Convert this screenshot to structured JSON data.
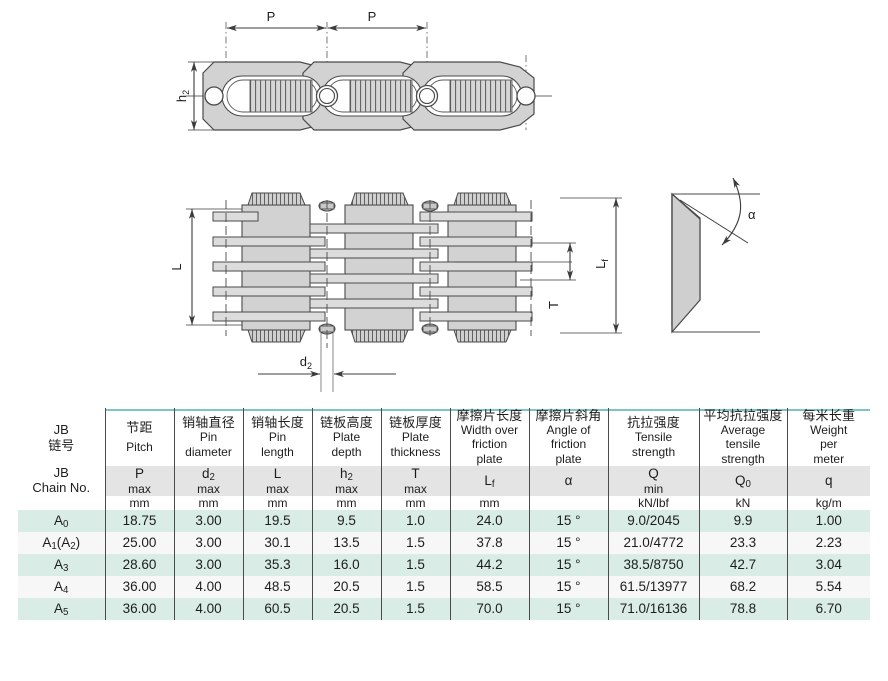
{
  "drawing": {
    "top_view": {
      "labels": [
        {
          "name": "pitch-dim-1",
          "text": "P"
        },
        {
          "name": "pitch-dim-2",
          "text": "P"
        },
        {
          "name": "plate-depth-dim",
          "text": "h",
          "sub": "2"
        }
      ]
    },
    "front_view": {
      "labels": [
        {
          "name": "pin-length-dim",
          "text": "L"
        },
        {
          "name": "friction-plate-width-dim",
          "text": "L",
          "sub": "f"
        },
        {
          "name": "plate-thickness-dim",
          "text": "T"
        },
        {
          "name": "pin-diameter-dim",
          "text": "d",
          "sub": "2"
        }
      ]
    },
    "angle_view": {
      "labels": [
        {
          "name": "friction-angle-dim",
          "text": "α"
        }
      ]
    }
  },
  "table": {
    "columns": [
      {
        "key": "chain_no",
        "cn": "",
        "en_lines": [],
        "name_block_1": "JB",
        "name_block_2": "链号",
        "name_block_3": "JB",
        "name_block_4": "Chain No.",
        "symbol": "",
        "qualifier": "",
        "unit": ""
      },
      {
        "key": "pitch",
        "cn": "节距",
        "en_lines": [
          "Pitch"
        ],
        "symbol": "P",
        "qualifier": "max",
        "unit": "mm"
      },
      {
        "key": "pin_diameter",
        "cn": "销轴直径",
        "en_lines": [
          "Pin",
          "diameter"
        ],
        "symbol": "d2",
        "qualifier": "max",
        "unit": "mm"
      },
      {
        "key": "pin_length",
        "cn": "销轴长度",
        "en_lines": [
          "Pin",
          "length"
        ],
        "symbol": "L",
        "qualifier": "max",
        "unit": "mm"
      },
      {
        "key": "plate_depth",
        "cn": "链板高度",
        "en_lines": [
          "Plate",
          "depth"
        ],
        "symbol": "h2",
        "qualifier": "max",
        "unit": "mm"
      },
      {
        "key": "plate_thickness",
        "cn": "链板厚度",
        "en_lines": [
          "Plate",
          "thickness"
        ],
        "symbol": "T",
        "qualifier": "max",
        "unit": "mm"
      },
      {
        "key": "width_over_friction_plate",
        "cn": "摩擦片长度",
        "en_lines": [
          "Width over",
          "friction",
          "plate"
        ],
        "symbol": "Lf",
        "qualifier": "",
        "unit": "mm"
      },
      {
        "key": "angle_of_friction_plate",
        "cn": "摩擦片斜角",
        "en_lines": [
          "Angle of",
          "friction",
          "plate"
        ],
        "symbol": "α",
        "qualifier": "",
        "unit": ""
      },
      {
        "key": "tensile_strength",
        "cn": "抗拉强度",
        "en_lines": [
          "Tensile",
          "strength"
        ],
        "symbol": "Q",
        "qualifier": "min",
        "unit": "kN/lbf"
      },
      {
        "key": "average_tensile_strength",
        "cn": "平均抗拉强度",
        "en_lines": [
          "Average",
          "tensile",
          "strength"
        ],
        "symbol": "Q0",
        "qualifier": "",
        "unit": "kN"
      },
      {
        "key": "weight_per_meter",
        "cn": "每米长重",
        "en_lines": [
          "Weight",
          "per",
          "meter"
        ],
        "symbol": "q",
        "qualifier": "",
        "unit": "kg/m"
      }
    ],
    "rows": [
      {
        "chain_no": "A0",
        "chain_no_base": "A",
        "chain_no_sub": "0",
        "pitch": "18.75",
        "pin_diameter": "3.00",
        "pin_length": "19.5",
        "plate_depth": "9.5",
        "plate_thickness": "1.0",
        "width_over_friction_plate": "24.0",
        "angle_of_friction_plate": "15 °",
        "tensile_strength": "9.0/2045",
        "average_tensile_strength": "9.9",
        "weight_per_meter": "1.00"
      },
      {
        "chain_no": "A1(A2)",
        "chain_no_base": "A",
        "chain_no_sub": "1",
        "chain_no_base2": "(A",
        "chain_no_sub2": "2",
        "chain_no_tail": ")",
        "pitch": "25.00",
        "pin_diameter": "3.00",
        "pin_length": "30.1",
        "plate_depth": "13.5",
        "plate_thickness": "1.5",
        "width_over_friction_plate": "37.8",
        "angle_of_friction_plate": "15 °",
        "tensile_strength": "21.0/4772",
        "average_tensile_strength": "23.3",
        "weight_per_meter": "2.23"
      },
      {
        "chain_no": "A3",
        "chain_no_base": "A",
        "chain_no_sub": "3",
        "pitch": "28.60",
        "pin_diameter": "3.00",
        "pin_length": "35.3",
        "plate_depth": "16.0",
        "plate_thickness": "1.5",
        "width_over_friction_plate": "44.2",
        "angle_of_friction_plate": "15 °",
        "tensile_strength": "38.5/8750",
        "average_tensile_strength": "42.7",
        "weight_per_meter": "3.04"
      },
      {
        "chain_no": "A4",
        "chain_no_base": "A",
        "chain_no_sub": "4",
        "pitch": "36.00",
        "pin_diameter": "4.00",
        "pin_length": "48.5",
        "plate_depth": "20.5",
        "plate_thickness": "1.5",
        "width_over_friction_plate": "58.5",
        "angle_of_friction_plate": "15 °",
        "tensile_strength": "61.5/13977",
        "average_tensile_strength": "68.2",
        "weight_per_meter": "5.54"
      },
      {
        "chain_no": "A5",
        "chain_no_base": "A",
        "chain_no_sub": "5",
        "pitch": "36.00",
        "pin_diameter": "4.00",
        "pin_length": "60.5",
        "plate_depth": "20.5",
        "plate_thickness": "1.5",
        "width_over_friction_plate": "70.0",
        "angle_of_friction_plate": "15 °",
        "tensile_strength": "71.0/16136",
        "average_tensile_strength": "78.8",
        "weight_per_meter": "6.70"
      }
    ]
  },
  "colors": {
    "rule_teal": "#7ec5c7",
    "row_tint": "#d9ece6",
    "row_alt": "#f7f7f7",
    "symbol_band": "#e4e4e4",
    "metal_fill": "#d2d2d2",
    "line": "#3c3c3c"
  }
}
